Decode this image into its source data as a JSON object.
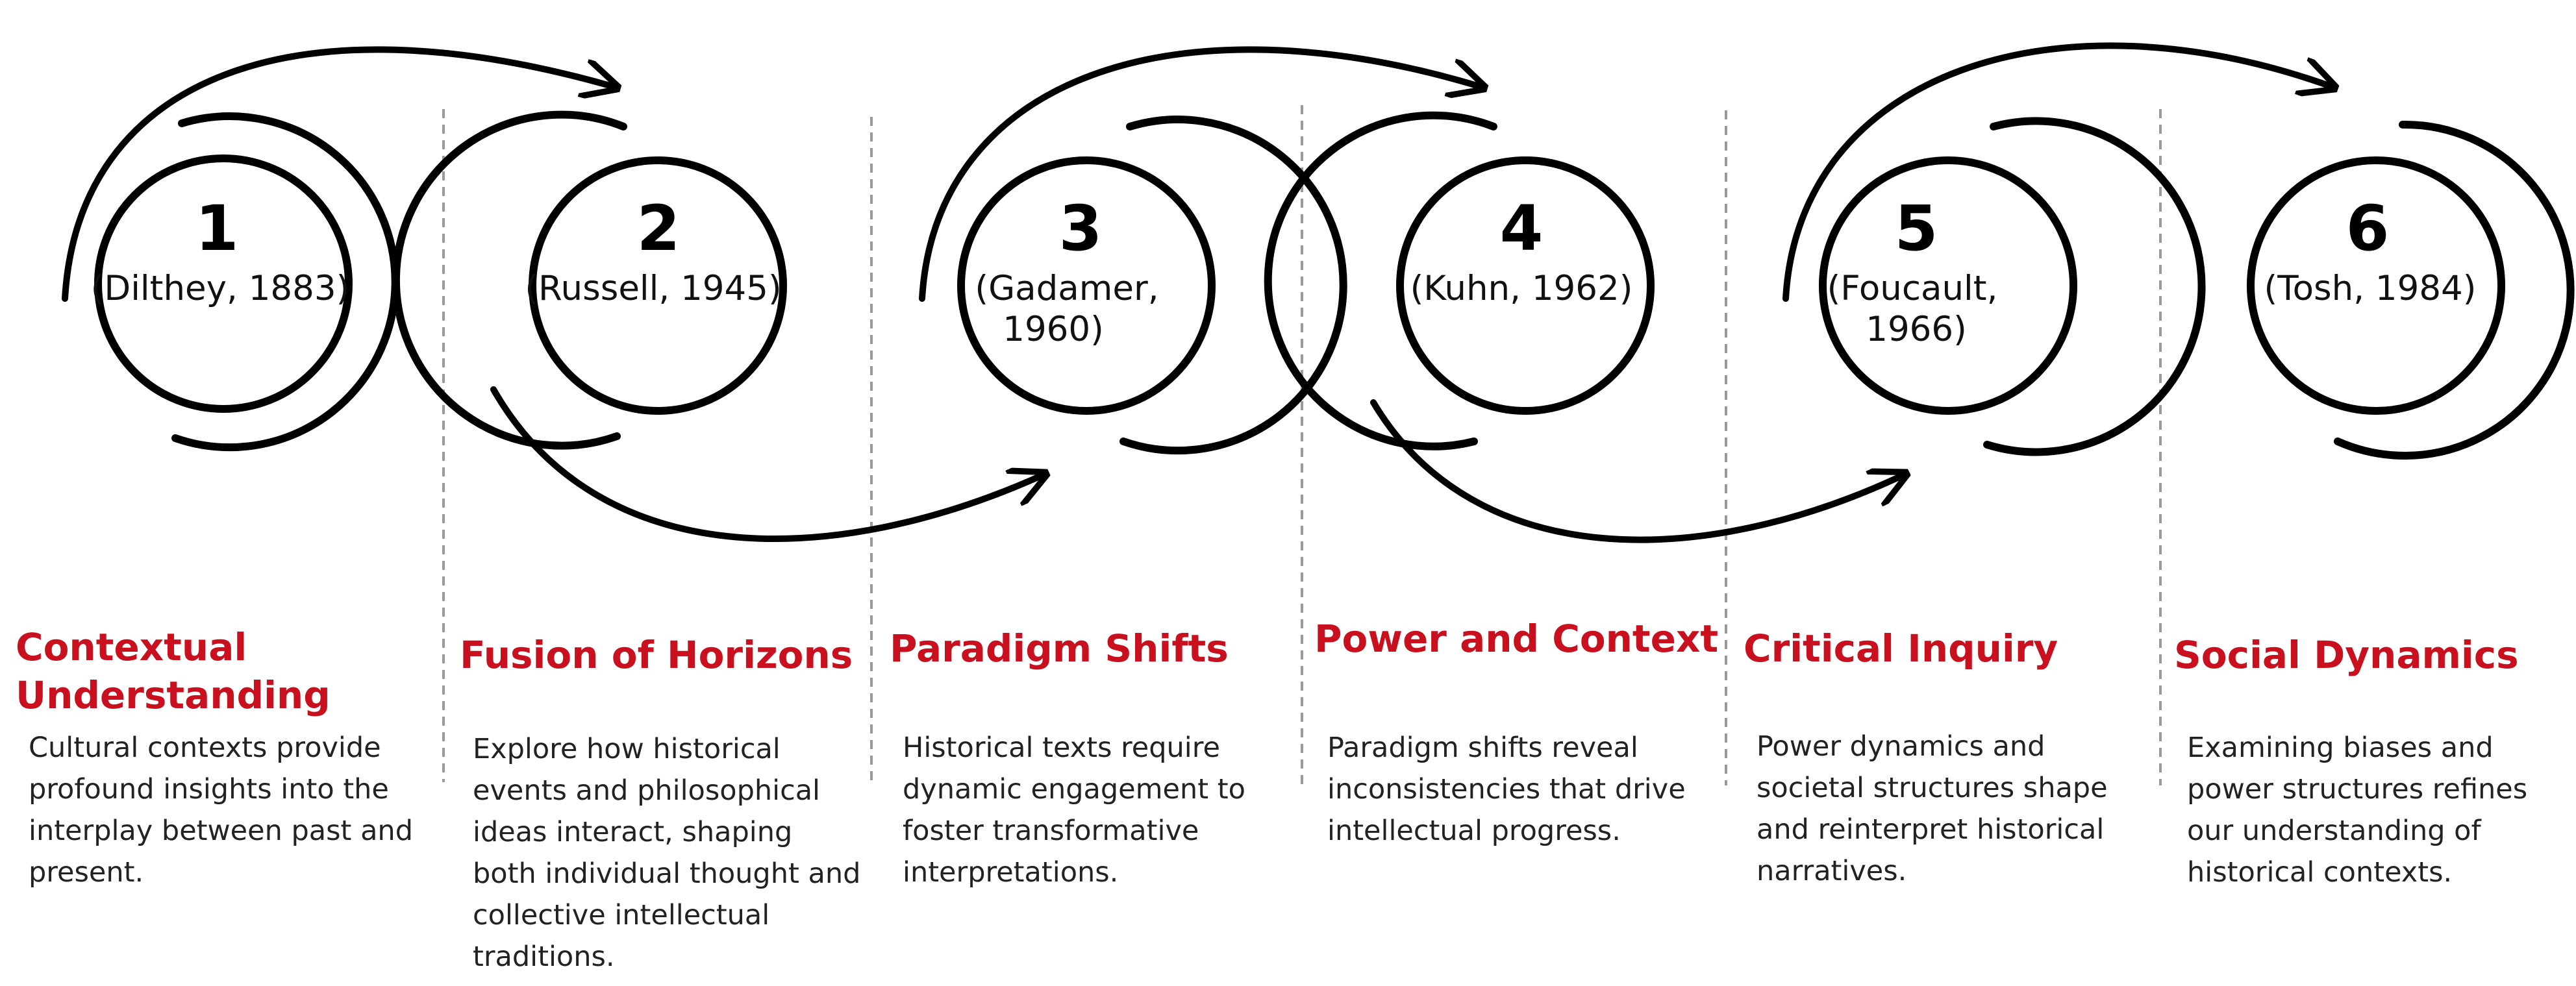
{
  "steps": [
    {
      "number": "1",
      "cite_lines": [
        "(Dilthey, 1883)"
      ],
      "title": "Contextual Understanding",
      "description": "Cultural contexts provide profound insights into the interplay between past and present."
    },
    {
      "number": "2",
      "cite_lines": [
        "(Russell, 1945)"
      ],
      "title": "Fusion of Horizons",
      "description": "Explore how historical events and philosophical ideas interact, shaping both individual thought and collective intellectual traditions."
    },
    {
      "number": "3",
      "cite_lines": [
        "(Gadamer,",
        "1960)"
      ],
      "title": "Paradigm Shifts",
      "description": "Historical texts require dynamic engagement to foster transformative interpretations."
    },
    {
      "number": "4",
      "cite_lines": [
        "(Kuhn, 1962)"
      ],
      "title": "Power and Context",
      "description": "Paradigm shifts reveal inconsistencies that drive intellectual progress."
    },
    {
      "number": "5",
      "cite_lines": [
        "(Foucault,",
        "1966)"
      ],
      "title": "Critical Inquiry",
      "description": "Power dynamics and societal structures shape and reinterpret historical narratives."
    },
    {
      "number": "6",
      "cite_lines": [
        "(Tosh, 1984)"
      ],
      "title": "Social Dynamics",
      "description": "Examining biases and power structures refines our understanding of historical contexts."
    }
  ],
  "colors": {
    "title": "#c8101f",
    "stroke": "#000000",
    "divider": "#9a9a9a",
    "text": "#222222"
  }
}
